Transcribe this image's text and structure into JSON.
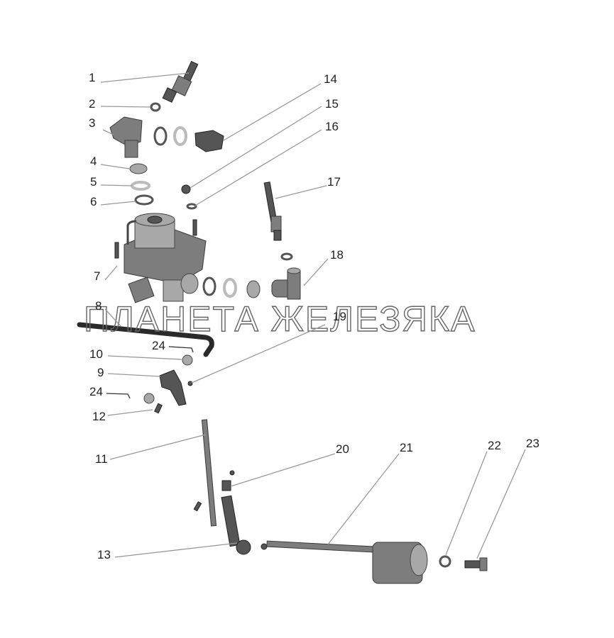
{
  "diagram": {
    "callouts": [
      "1",
      "2",
      "3",
      "4",
      "5",
      "6",
      "7",
      "8",
      "9",
      "10",
      "11",
      "12",
      "13",
      "14",
      "15",
      "16",
      "17",
      "18",
      "19",
      "20",
      "21",
      "22",
      "23",
      "24",
      "24"
    ],
    "watermark": "ПЛАНЕТА ЖЕЛЕЗЯКА"
  }
}
